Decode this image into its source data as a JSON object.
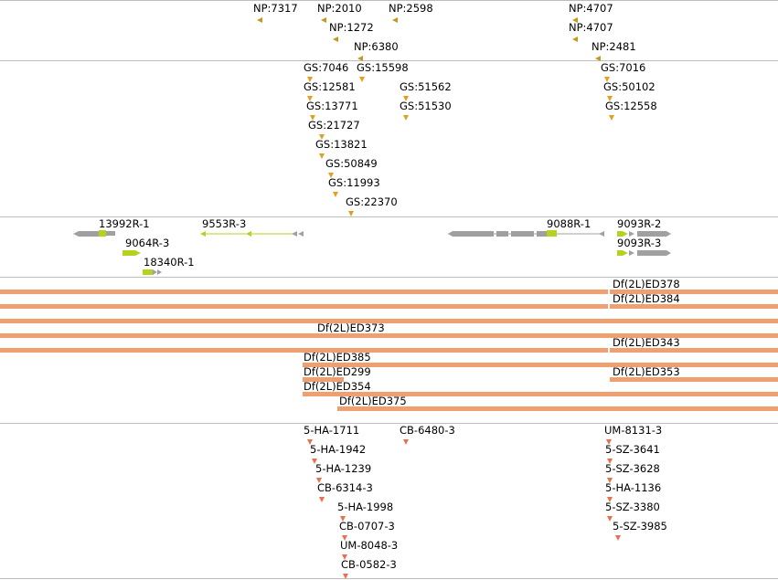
{
  "colors": {
    "np_marker": "#c8961e",
    "gs_marker": "#e0a020",
    "deficiency_bar": "#f0a070",
    "gene_gray": "#a0a0a0",
    "gene_green": "#b8d020",
    "strain_marker": "#e87050",
    "track_divider": "#bdbdbd"
  },
  "tracks": {
    "np_insertions": {
      "items": [
        {
          "label": "NP:7317"
        },
        {
          "label": "NP:2010"
        },
        {
          "label": "NP:2598"
        },
        {
          "label": "NP:1272"
        },
        {
          "label": "NP:6380"
        },
        {
          "label": "NP:4707"
        },
        {
          "label": "NP:4707"
        },
        {
          "label": "NP:2481"
        }
      ]
    },
    "gs_insertions": {
      "items": [
        {
          "label": "GS:7046"
        },
        {
          "label": "GS:15598"
        },
        {
          "label": "GS:12581"
        },
        {
          "label": "GS:51562"
        },
        {
          "label": "GS:13771"
        },
        {
          "label": "GS:51530"
        },
        {
          "label": "GS:21727"
        },
        {
          "label": "GS:13821"
        },
        {
          "label": "GS:50849"
        },
        {
          "label": "GS:11993"
        },
        {
          "label": "GS:22370"
        },
        {
          "label": "GS:7016"
        },
        {
          "label": "GS:50102"
        },
        {
          "label": "GS:12558"
        }
      ]
    },
    "genes": {
      "items": [
        {
          "label": "13992R-1"
        },
        {
          "label": "9553R-3"
        },
        {
          "label": "9064R-3"
        },
        {
          "label": "18340R-1"
        },
        {
          "label": "9088R-1"
        },
        {
          "label": "9093R-2"
        },
        {
          "label": "9093R-3"
        }
      ]
    },
    "deficiencies": {
      "items": [
        {
          "label": "Df(2L)ED378"
        },
        {
          "label": "Df(2L)ED384"
        },
        {
          "label": "Df(2L)ED373"
        },
        {
          "label": "Df(2L)ED343"
        },
        {
          "label": "Df(2L)ED385"
        },
        {
          "label": "Df(2L)ED299"
        },
        {
          "label": "Df(2L)ED353"
        },
        {
          "label": "Df(2L)ED354"
        },
        {
          "label": "Df(2L)ED375"
        }
      ]
    },
    "strains": {
      "items": [
        {
          "label": "5-HA-1711"
        },
        {
          "label": "CB-6480-3"
        },
        {
          "label": "5-HA-1942"
        },
        {
          "label": "5-HA-1239"
        },
        {
          "label": "CB-6314-3"
        },
        {
          "label": "5-HA-1998"
        },
        {
          "label": "CB-0707-3"
        },
        {
          "label": "UM-8048-3"
        },
        {
          "label": "CB-0582-3"
        },
        {
          "label": "UM-8131-3"
        },
        {
          "label": "5-SZ-3641"
        },
        {
          "label": "5-SZ-3628"
        },
        {
          "label": "5-HA-1136"
        },
        {
          "label": "5-SZ-3380"
        },
        {
          "label": "5-SZ-3985"
        }
      ]
    }
  }
}
